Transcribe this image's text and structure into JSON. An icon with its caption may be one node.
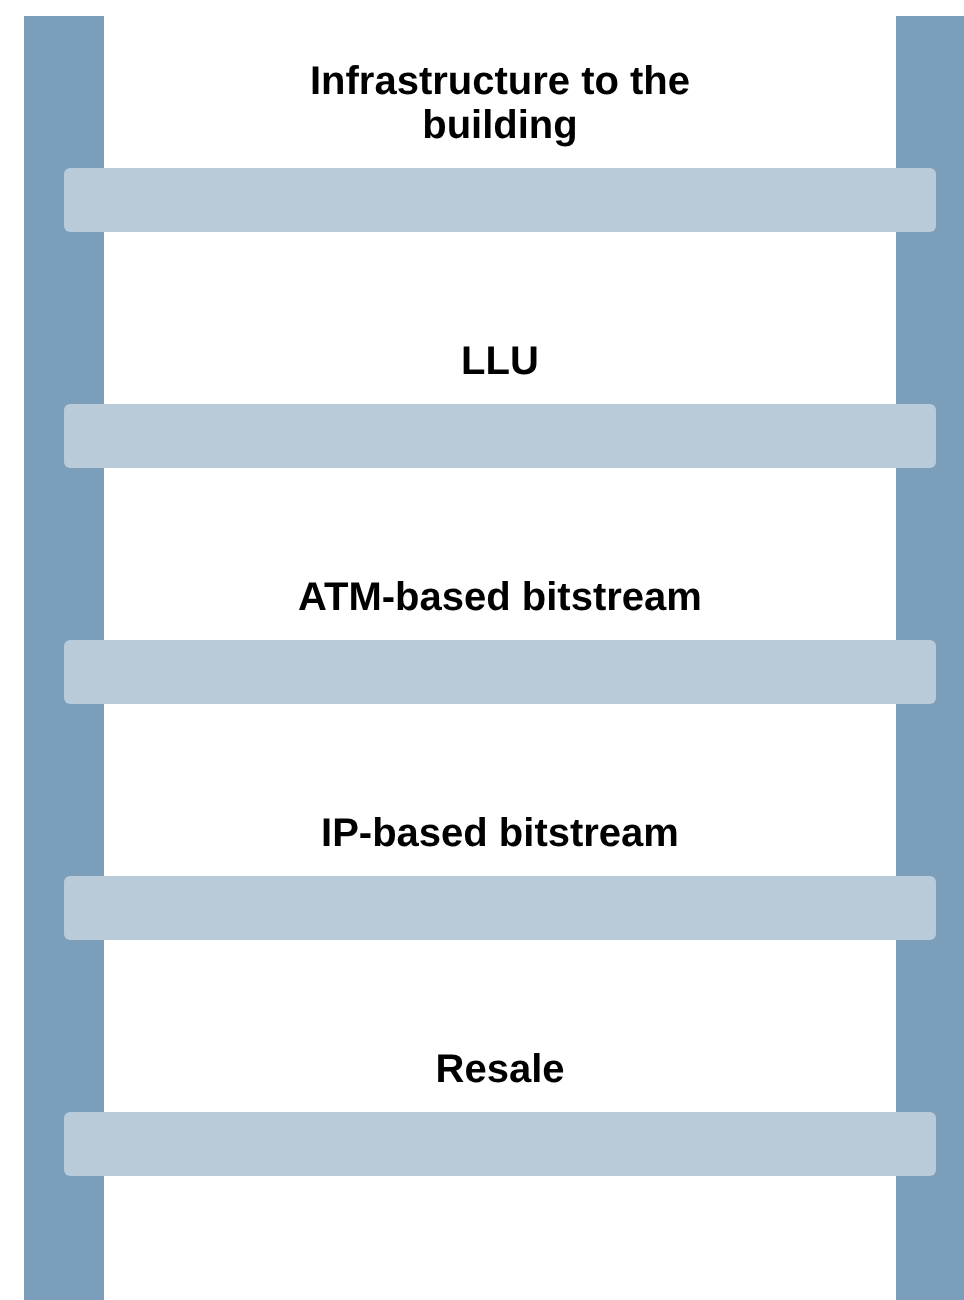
{
  "diagram": {
    "nodes": [
      {
        "text": [
          "Infrastructure to the building"
        ]
      },
      {
        "text": [
          "LLU"
        ]
      },
      {
        "text": [
          "ATM-based bitstream"
        ]
      },
      {
        "text": [
          "IP-based bitstream"
        ]
      },
      {
        "text": [
          "Resale"
        ]
      },
      {
        "text": [],
        "shape": "bar"
      },
      {
        "text": [],
        "shape": "bar"
      }
    ]
  }
}
